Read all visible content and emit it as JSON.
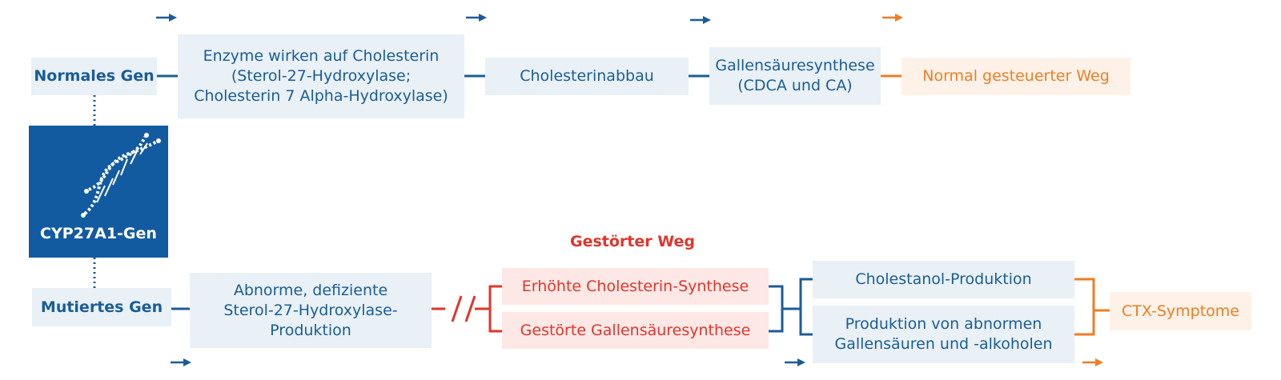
{
  "colors": {
    "blue": "#1a5d96",
    "dark_blue": "#135ba0",
    "red": "#e0352b",
    "orange": "#ee7d23"
  },
  "normal": {
    "label": "Normales Gen",
    "enzymes": "Enzyme wirken auf Cholesterin\n(Sterol-27-Hydroxylase;\nCholesterin 7 Alpha-Hydroxylase)",
    "breakdown": "Cholesterinabbau",
    "synthesis": "Gallensäuresynthese\n(CDCA und CA)",
    "outcome": "Normal gesteuerter Weg"
  },
  "gene": {
    "label": "CYP27A1-Gen",
    "icon": "dna-icon"
  },
  "mutated": {
    "label": "Mutiertes Gen",
    "production": "Abnorme, defiziente\nSterol-27-Hydroxylase-\nProduktion",
    "disrupted_title": "Gestörter Weg",
    "increased_synthesis": "Erhöhte Cholesterin-Synthese",
    "impaired_synthesis": "Gestörte Gallensäuresynthese",
    "cholestanol": "Cholestanol-Produktion",
    "abnormal_acids": "Produktion von abnormen\nGallensäuren und -alkoholen",
    "outcome": "CTX-Symptome"
  }
}
